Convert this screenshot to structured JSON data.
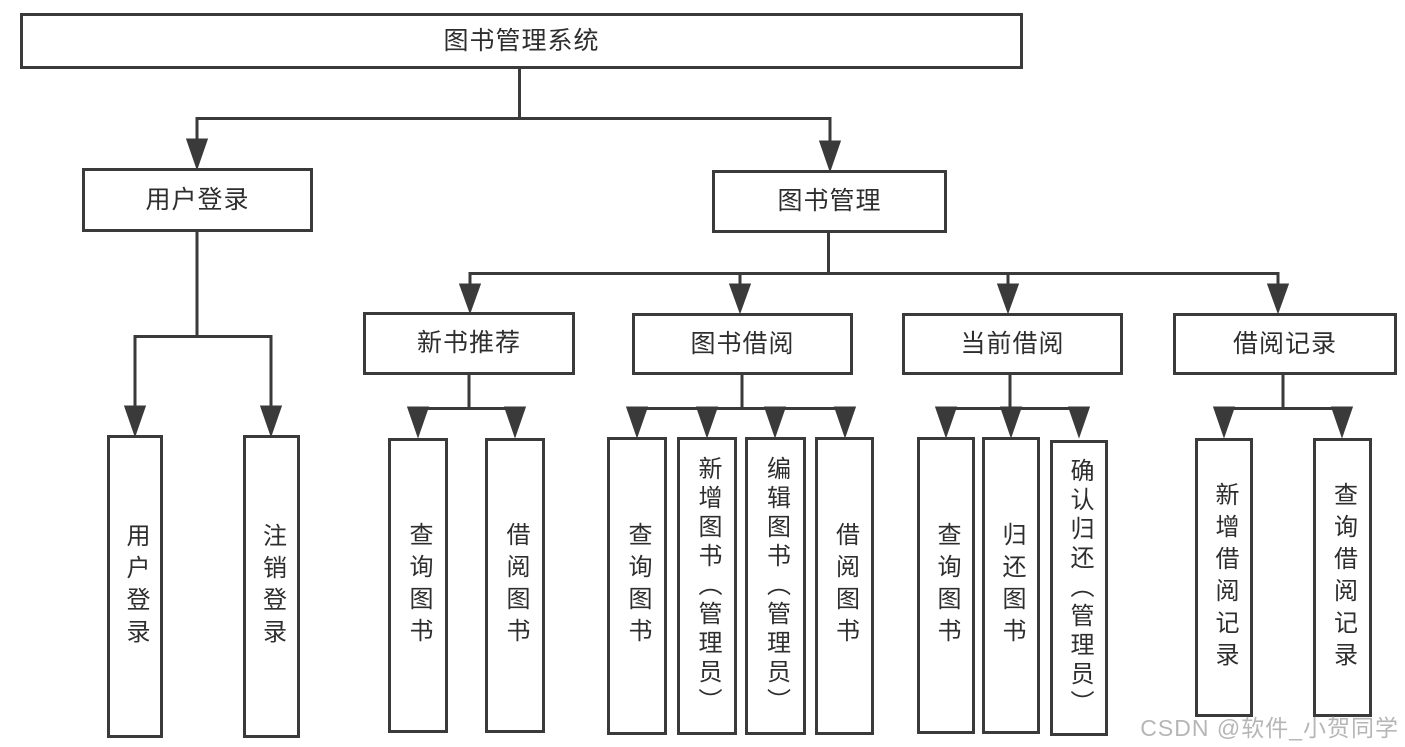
{
  "diagram": {
    "title": "图书管理系统",
    "nodes": {
      "root": {
        "label": "图书管理系统"
      },
      "branches": [
        {
          "label": "用户登录",
          "children": [
            {
              "label": "用户登录"
            },
            {
              "label": "注销登录"
            }
          ]
        },
        {
          "label": "图书管理",
          "groups": [
            {
              "label": "新书推荐",
              "children": [
                {
                  "label": "查询图书"
                },
                {
                  "label": "借阅图书"
                }
              ]
            },
            {
              "label": "图书借阅",
              "children": [
                {
                  "label": "查询图书"
                },
                {
                  "label": "新增图书（管理员）"
                },
                {
                  "label": "编辑图书（管理员）"
                },
                {
                  "label": "借阅图书"
                }
              ]
            },
            {
              "label": "当前借阅",
              "children": [
                {
                  "label": "查询图书"
                },
                {
                  "label": "归还图书"
                },
                {
                  "label": "确认归还（管理员）"
                }
              ]
            },
            {
              "label": "借阅记录",
              "children": [
                {
                  "label": "新增借阅记录"
                },
                {
                  "label": "查询借阅记录"
                }
              ]
            }
          ]
        }
      ]
    },
    "colors": {
      "line": "#3a3a3a",
      "text": "#2e2e2e",
      "background": "#ffffff",
      "watermark_color": "#b6b6b6"
    },
    "watermark": "CSDN @软件_小贺同学"
  }
}
